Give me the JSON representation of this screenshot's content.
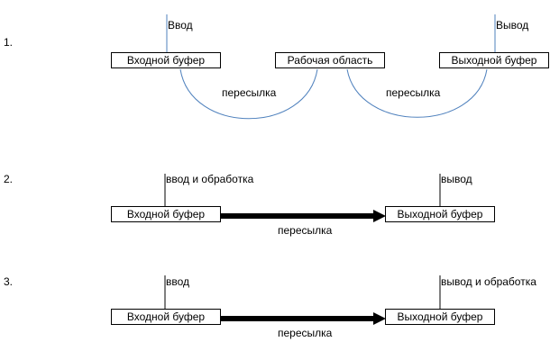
{
  "colors": {
    "curve": "#4f81bd",
    "line": "#000000"
  },
  "diagram1": {
    "number": "1.",
    "in_label": "Ввод",
    "out_label": "Вывод",
    "input_buffer": "Входной буфер",
    "work_area": "Рабочая область",
    "output_buffer": "Выходной буфер",
    "transfer_left": "пересылка",
    "transfer_right": "пересылка"
  },
  "diagram2": {
    "number": "2.",
    "in_label": "ввод и обработка",
    "out_label": "вывод",
    "input_buffer": "Входной буфер",
    "output_buffer": "Выходной буфер",
    "transfer": "пересылка"
  },
  "diagram3": {
    "number": "3.",
    "in_label": "ввод",
    "out_label": "вывод и обработка",
    "input_buffer": "Входной буфер",
    "output_buffer": "Выходной буфер",
    "transfer": "пересылка"
  }
}
